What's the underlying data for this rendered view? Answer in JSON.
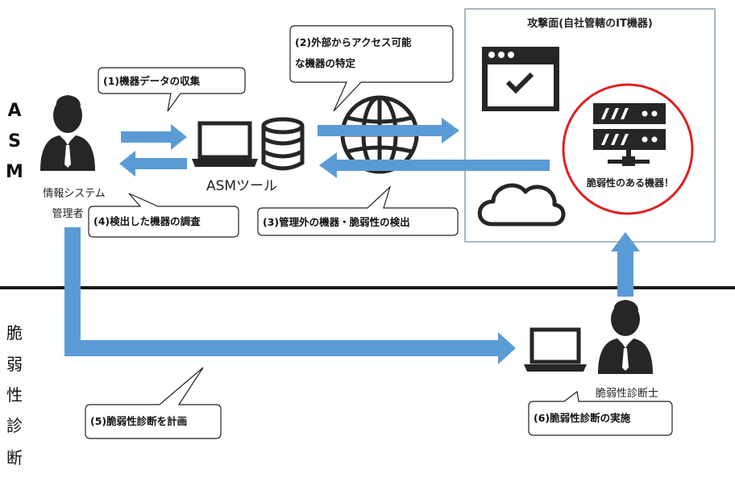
{
  "side_labels": {
    "asm": [
      "A",
      "S",
      "M"
    ],
    "vuln": [
      "脆",
      "弱",
      "性",
      "診",
      "断"
    ]
  },
  "actors": {
    "admin_line1": "情報システム",
    "admin_line2": "管理者",
    "tool": "ASMツール",
    "diagnostician": "脆弱性診断士"
  },
  "attack_surface": {
    "title": "攻撃面(自社管轄のIT機器)",
    "vulnerable_label": "脆弱性のある機器！"
  },
  "callouts": {
    "c1": "(1)機器データの収集",
    "c2_line1": "(2)外部からアクセス可能",
    "c2_line2": "な機器の特定",
    "c3": "(3)管理外の機器・脆弱性の検出",
    "c4": "(4)検出した機器の調査",
    "c5": "(5)脆弱性診断を計画",
    "c6": "(6)脆弱性診断の実施"
  },
  "colors": {
    "arrow": "#5B9BD5",
    "icon": "#262626",
    "highlight": "#E02020",
    "box_border": "#6A8EA0"
  }
}
